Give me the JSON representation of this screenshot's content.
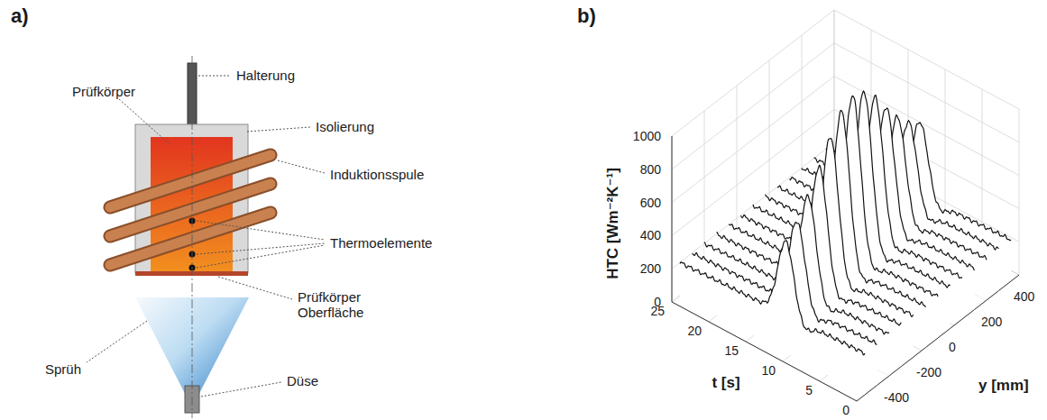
{
  "diagram": {
    "labels": [
      "a)",
      "b)",
      "Halterung",
      "Prüfkörper",
      "Isolierung",
      "Induktionsspule",
      "Thermoelemente",
      "Prüfkörper Oberfläche",
      "Sprüh",
      "Düse",
      "HTC [Wm⁻²K⁻¹]",
      "1000",
      "800",
      "600",
      "400",
      "200",
      "0",
      "25",
      "20",
      "15",
      "10",
      "5",
      "0",
      "t [s]",
      "400",
      "200",
      "0",
      "-200",
      "-400",
      "y [mm]"
    ]
  }
}
